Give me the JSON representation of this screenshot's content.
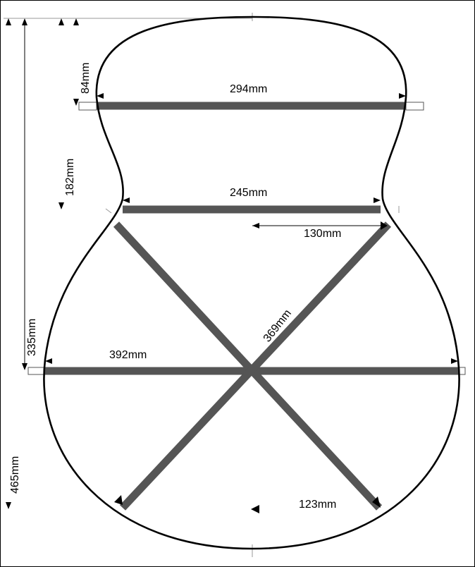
{
  "dimensions": {
    "upper_bout_width": "294mm",
    "waist_width": "245mm",
    "waist_offset": "130mm",
    "diagonal_brace": "369mm",
    "lower_bout_width": "392mm",
    "tail_offset": "123mm",
    "upper_bout_pos": "84mm",
    "waist_pos": "182mm",
    "lower_bout_pos": "335mm",
    "total_length": "465mm"
  },
  "colors": {
    "outline": "#000000",
    "brace": "#555555",
    "background": "#ffffff"
  }
}
